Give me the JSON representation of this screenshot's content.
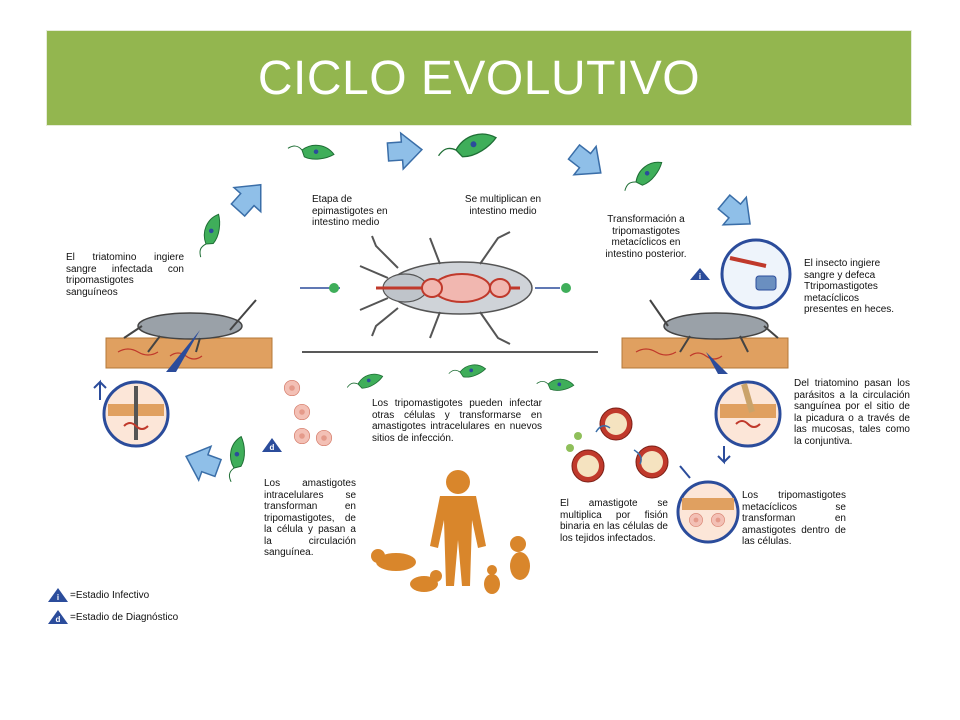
{
  "slide": {
    "title": "CICLO EVOLUTIVO"
  },
  "diagram": {
    "labels": {
      "epimastigotes": "Etapa de epimastigotes en intestino medio",
      "multiplican": "Se multiplican en intestino medio",
      "transformacion": "Transformación a tripomastigotes metacíclicos en intestino posterior.",
      "ingiere_sangre": "El triatomino ingiere sangre infectada con tripomastigotes sanguíneos",
      "defeca": "El insecto ingiere sangre y defeca Ttripomastigotes metacíclicos presentes en heces.",
      "pasan_parasitos": "Del triatomino pasan los parásitos a la circulación sanguínea por el sitio de la picadura o a través de las mucosas, tales como la conjuntiva.",
      "infectar_celulas": "Los tripomastigotes pueden infectar otras células y transformarse en amastigotes intracelulares en nuevos sitios de infección.",
      "amastigotes_transforman": "Los amastigotes intracelulares se transforman en tripomastigotes, de la célula y pasan a la circulación sanguínea.",
      "multiplica_fision": "El amastigote se multiplica por fisión binaria en las células de los tejidos infectados.",
      "metaciclicos_dentro": "Los tripomastigotes metacíclicos se transforman en amastigotes dentro de las células."
    },
    "stage_markers": {
      "infective_symbol": "i",
      "diagnostic_symbol": "d"
    },
    "legend": {
      "infective": "=Estadio Infectivo",
      "diagnostic": "=Estadio de Diagnóstico"
    },
    "colors": {
      "title_bar": "#93b64f",
      "arrow": "#8fbfe8",
      "arrow_stroke": "#3a6ea8",
      "parasite": "#3fae5a",
      "skin": "#e0a060",
      "blood": "#c0392b",
      "human": "#d9862b",
      "marker": "#2b4c9b"
    }
  }
}
